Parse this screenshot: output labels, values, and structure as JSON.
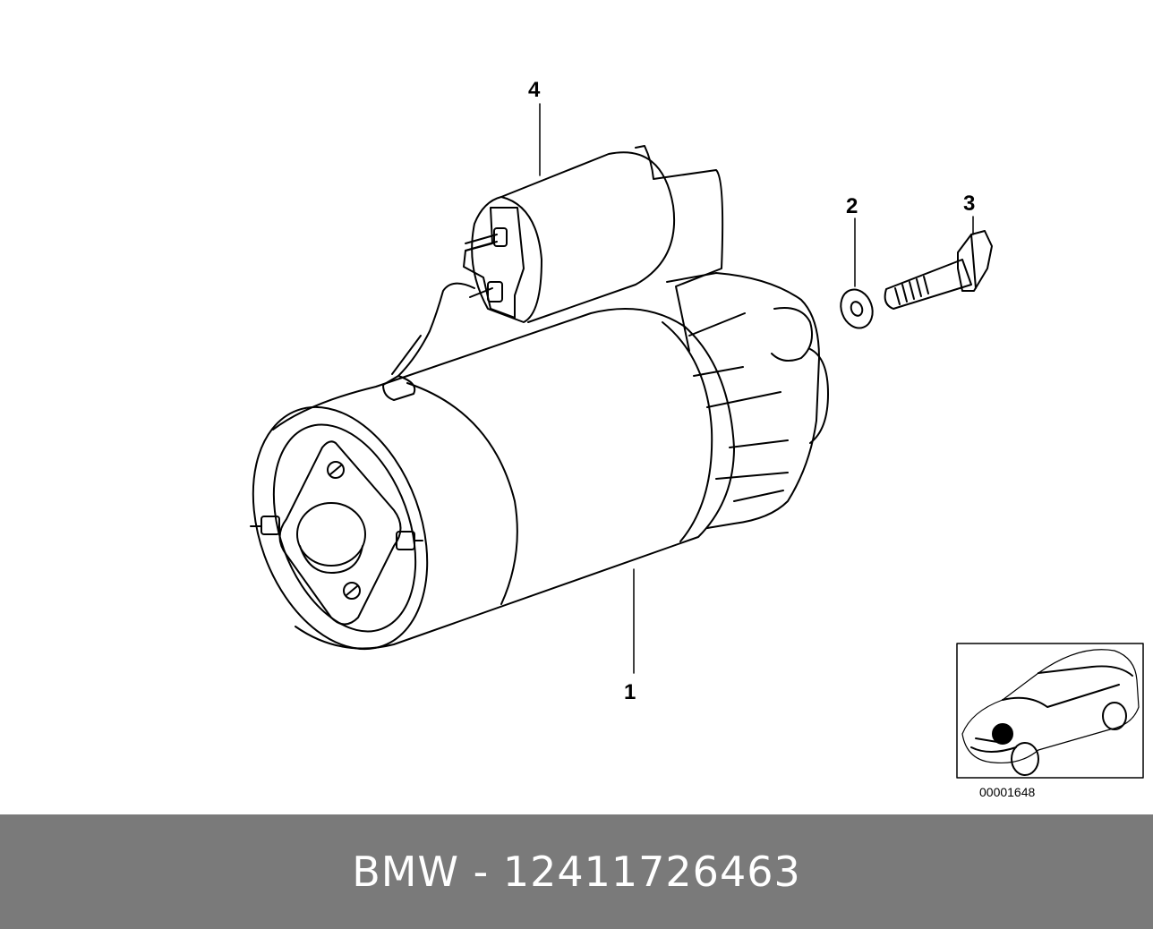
{
  "callouts": {
    "part1": "1",
    "part2": "2",
    "part3": "3",
    "part4": "4"
  },
  "reference_code": "00001648",
  "footer": {
    "brand": "BMW",
    "separator": " - ",
    "part_number": "12411726463"
  },
  "colors": {
    "line": "#000000",
    "background": "#ffffff",
    "footer_bg": "#7a7a7a",
    "footer_text": "#ffffff"
  }
}
